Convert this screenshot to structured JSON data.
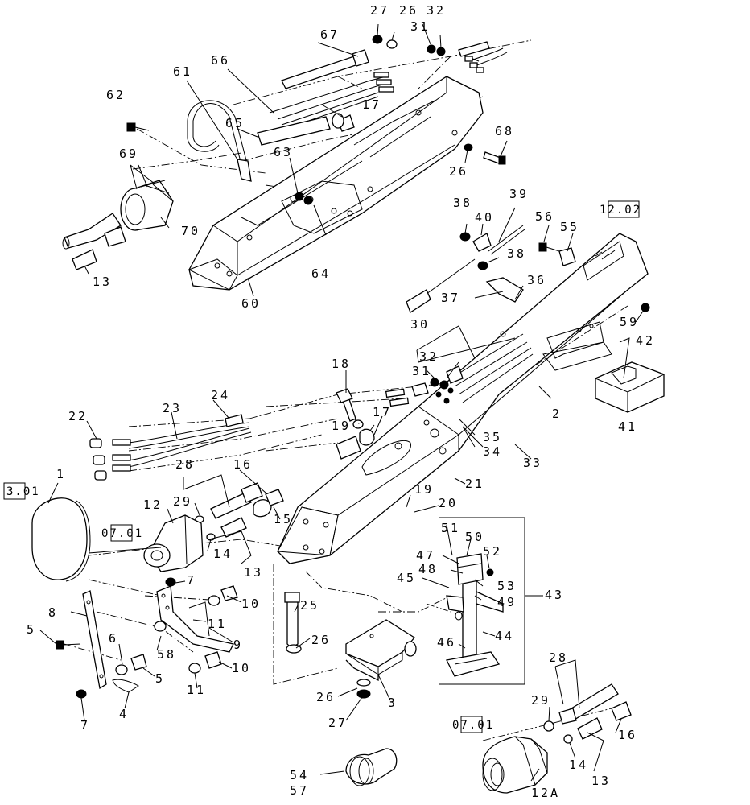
{
  "labels": {
    "l27a": "27",
    "l26a": "26",
    "l31a": "31",
    "l32a": "32",
    "l67": "67",
    "l66": "66",
    "l61": "61",
    "l62": "62",
    "l17a": "17",
    "l65": "65",
    "l69": "69",
    "l63": "63",
    "l70": "70",
    "l13a": "13",
    "l64": "64",
    "l60": "60",
    "l68": "68",
    "l26b": "26",
    "l38a": "38",
    "l40": "40",
    "l39": "39",
    "l56": "56",
    "l55": "55",
    "l38b": "38",
    "l37": "37",
    "l36": "36",
    "l59": "59",
    "l30": "30",
    "l42": "42",
    "l32b": "32",
    "l31b": "31",
    "l18": "18",
    "l24": "24",
    "l23": "23",
    "l22": "22",
    "l19a": "19",
    "l17b": "17",
    "l2": "2",
    "l41": "41",
    "l35": "35",
    "l34": "34",
    "l33": "33",
    "l28a": "28",
    "l16a": "16",
    "l1": "1",
    "l21": "21",
    "l29a": "29",
    "l12": "12",
    "l15": "15",
    "l19b": "19",
    "l20": "20",
    "l14a": "14",
    "l13b": "13",
    "l51": "51",
    "l50": "50",
    "l47": "47",
    "l52": "52",
    "l48": "48",
    "l45": "45",
    "l53": "53",
    "l49": "49",
    "l43": "43",
    "l7a": "7",
    "l10a": "10",
    "l25": "25",
    "l8": "8",
    "l11a": "11",
    "l58": "58",
    "l9": "9",
    "l5a": "5",
    "l6": "6",
    "l26c": "26",
    "l5b": "5",
    "l10b": "10",
    "l46": "46",
    "l44": "44",
    "l11b": "11",
    "l4": "4",
    "l7b": "7",
    "l26d": "26",
    "l3": "3",
    "l27b": "27",
    "l28b": "28",
    "l29b": "29",
    "l16b": "16",
    "l14b": "14",
    "l13c": "13",
    "l54": "54",
    "l57": "57",
    "l12A": "12A"
  },
  "refs": {
    "r1202": "12.02",
    "r301": "3.01",
    "r0701a": "07.01",
    "r0701b": "07.01"
  }
}
